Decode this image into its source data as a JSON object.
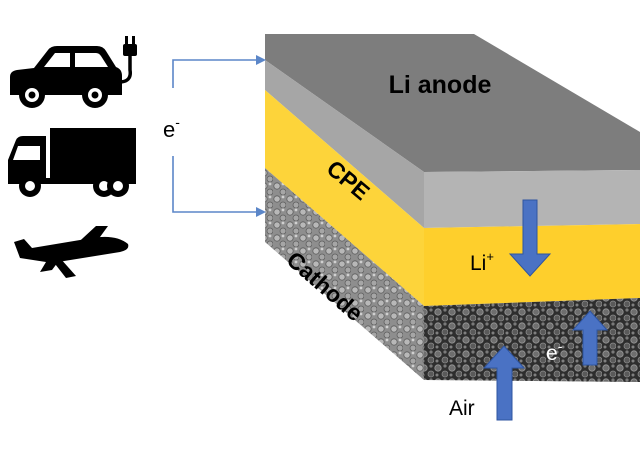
{
  "diagram": {
    "labels": {
      "anode": "Li anode",
      "electrolyte": "CPE",
      "cathode": "Cathode",
      "lithium_ion": "Li",
      "lithium_ion_charge": "+",
      "electron_left": "e",
      "electron_left_charge": "-",
      "electron_right": "e",
      "electron_right_charge": "-",
      "air": "Air"
    },
    "icons": [
      "electric-car-icon",
      "truck-icon",
      "airplane-icon"
    ],
    "colors": {
      "anode_top": "#7d7d7d",
      "anode_side": "#a6a6a6",
      "electrolyte": "#fdd43a",
      "electrolyte_front": "#fecf2c",
      "cathode": "#3a3a3a",
      "arrow": "#4a72c4",
      "connector": "#5b86c8",
      "icon": "#000000"
    }
  }
}
